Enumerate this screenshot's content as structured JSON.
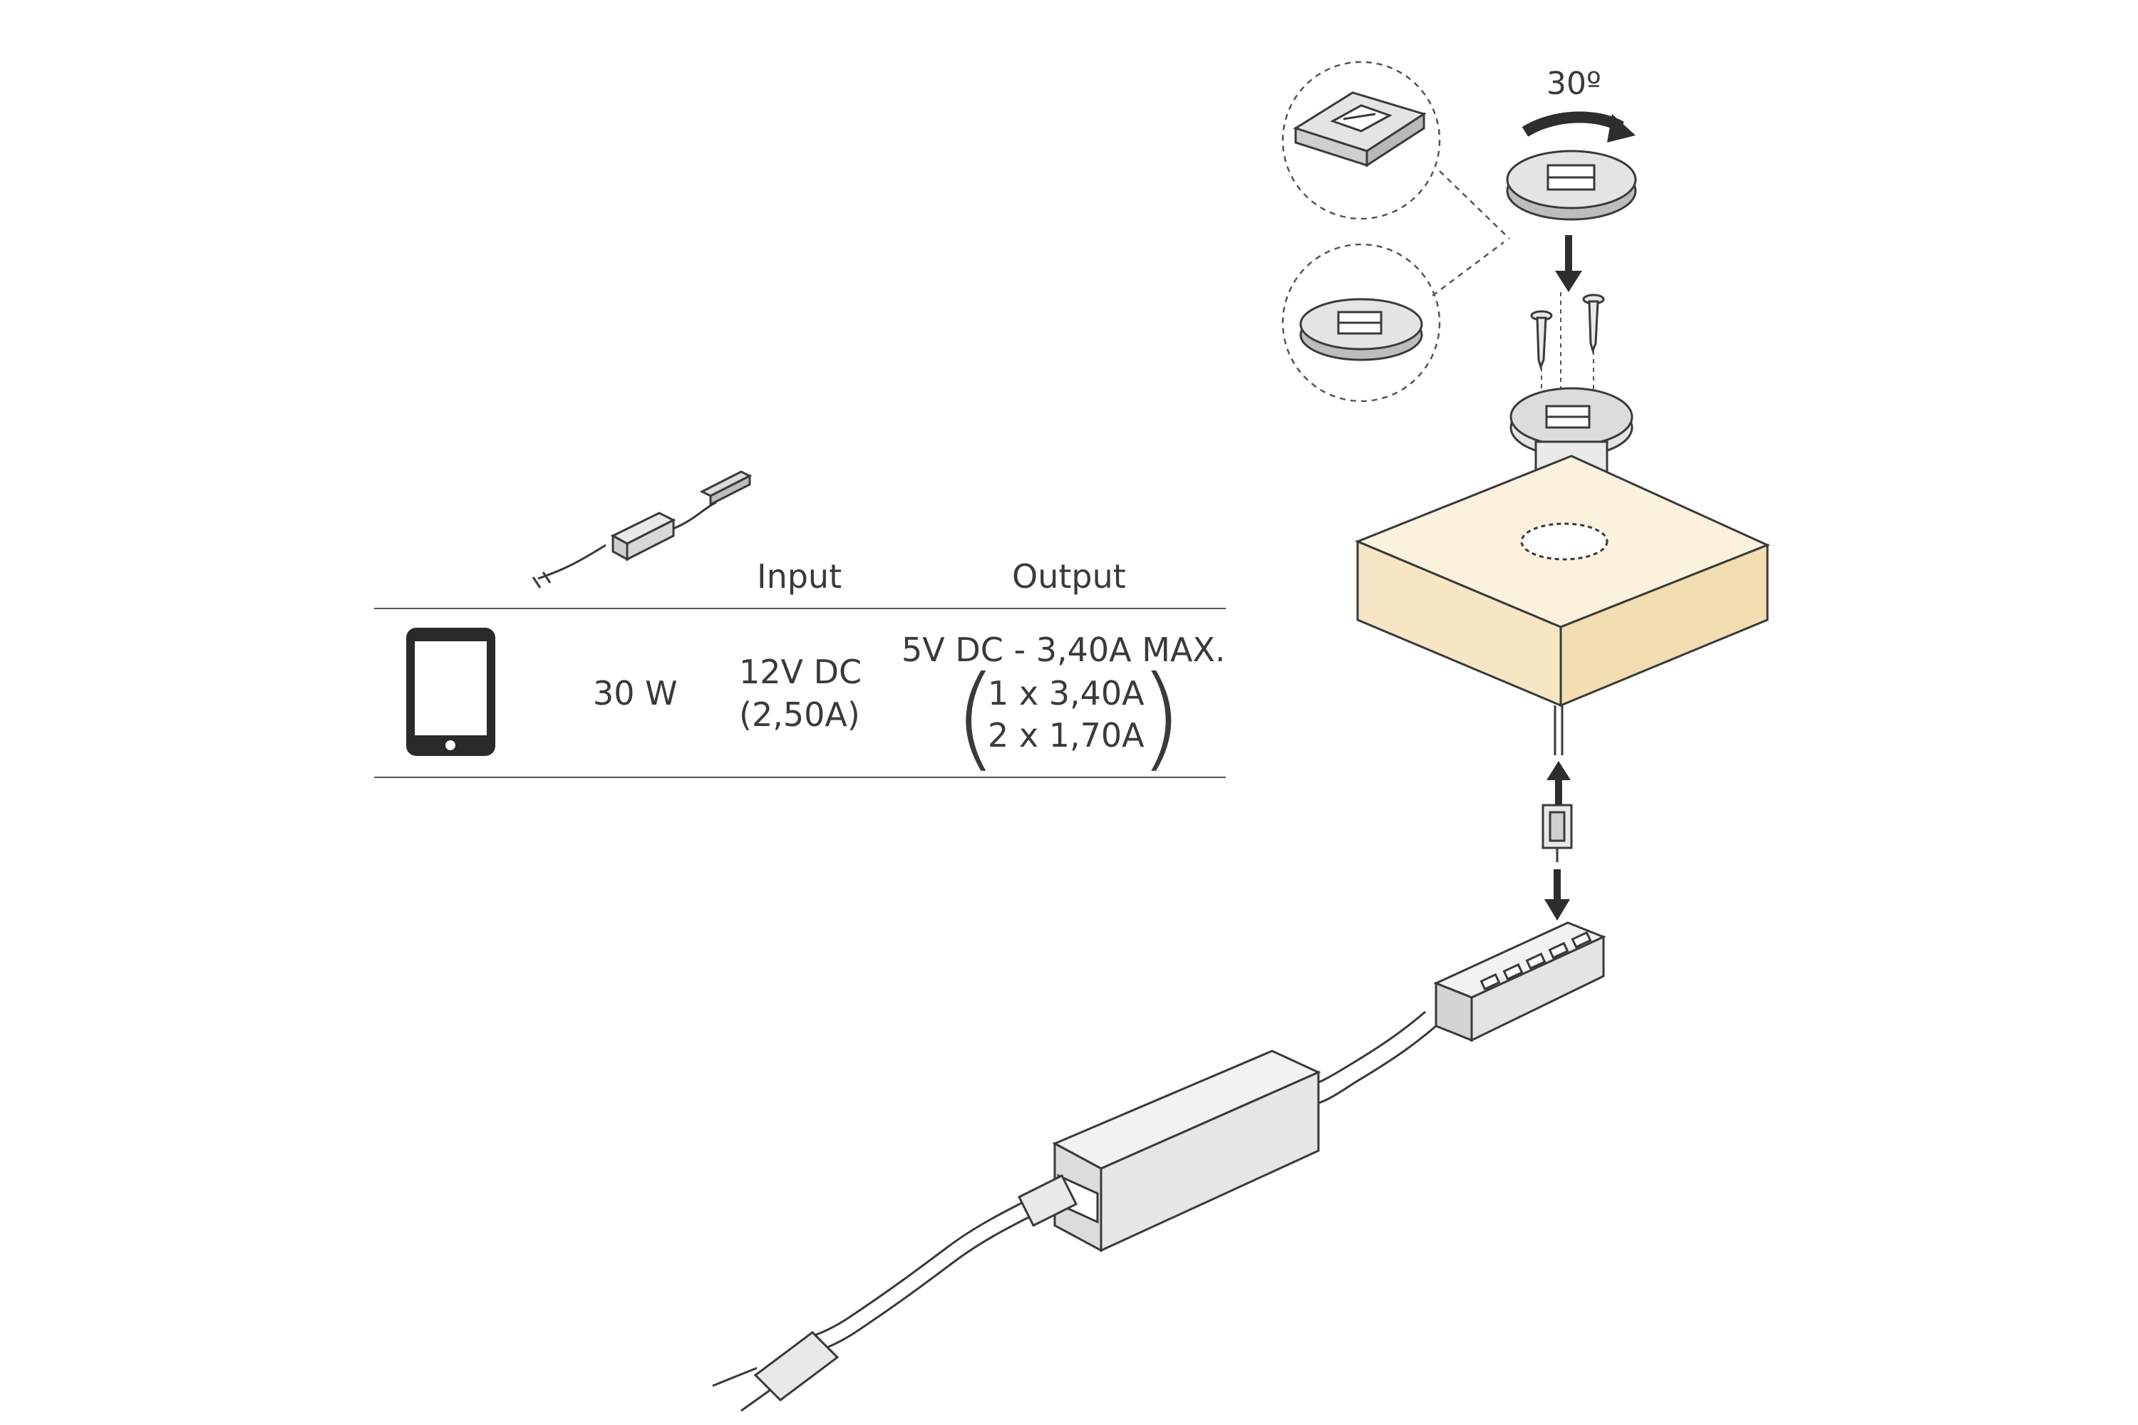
{
  "spec_table": {
    "header": {
      "input": "Input",
      "output": "Output"
    },
    "row": {
      "power": "30 W",
      "input_line1": "12V DC",
      "input_line2": "(2,50A)",
      "output_line1": "5V DC - 3,40A MAX.",
      "output_line2": "1 x 3,40A",
      "output_line3": "2 x 1,70A"
    }
  },
  "diagram": {
    "rotation_label": "30º"
  },
  "colors": {
    "line": "#3a3a3a",
    "board_top": "#fbf1dc",
    "board_side": "#f7e6c4",
    "part_fill": "#e4e4e4",
    "part_dark": "#9a9a9a"
  }
}
